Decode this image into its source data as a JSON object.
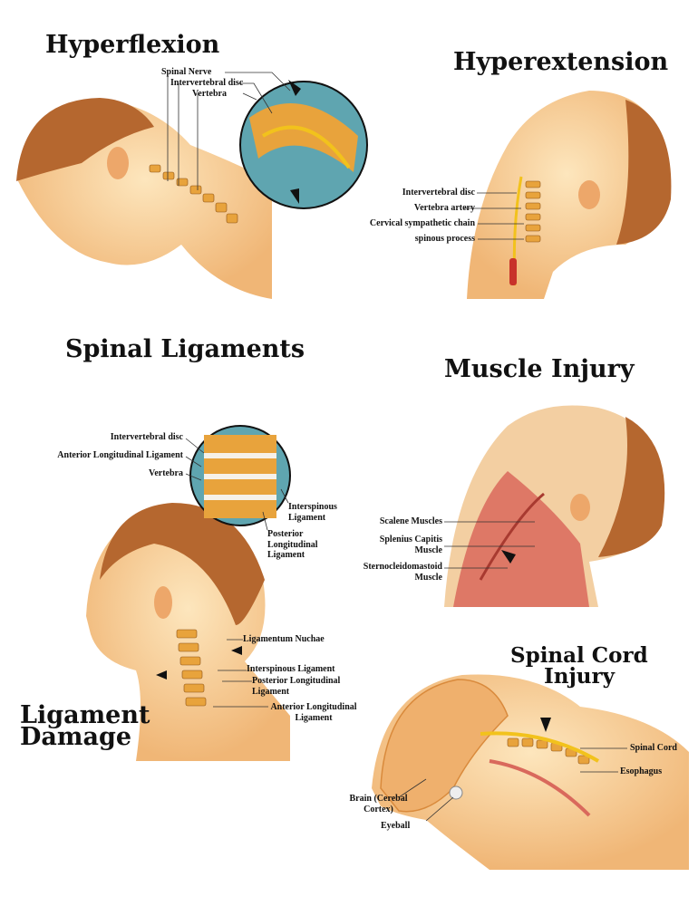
{
  "sections": {
    "hyperflexion": {
      "title": "Hyperflexion",
      "labels": [
        "Spinal Nerve",
        "Intervertebral disc",
        "Vertebra"
      ]
    },
    "hyperextension": {
      "title": "Hyperextension",
      "labels": [
        "Intervertebral disc",
        "Vertebra artery",
        "Cervical sympathetic chain",
        "spinous process"
      ]
    },
    "spinal_ligaments": {
      "title": "Spinal Ligaments",
      "labels": [
        "Intervertebral disc",
        "Anterior Longitudinal Ligament",
        "Vertebra",
        "Interspinous Ligament",
        "Posterior Longitudinal Ligament"
      ]
    },
    "muscle_injury": {
      "title": "Muscle Injury",
      "labels": [
        "Scalene Muscles",
        "Splenius Capitis Muscle",
        "Sternocleidomastoid Muscle"
      ]
    },
    "ligament_damage": {
      "title_line1": "Ligament",
      "title_line2": "Damage",
      "labels": [
        "Ligamentum Nuchae",
        "Interspinous Ligament",
        "Posterior Longitudinal Ligament",
        "Anterior Longitudinal Ligament"
      ]
    },
    "spinal_cord_injury": {
      "title_line1": "Spinal Cord",
      "title_line2": "Injury",
      "labels": [
        "Spinal Cord",
        "Esophagus",
        "Brain (Cerebal Cortex)",
        "Eyeball"
      ]
    }
  },
  "colors": {
    "skin": "#f6c98e",
    "skin_light": "#fde6bd",
    "hair": "#b5672f",
    "bone": "#e8a33c",
    "muscle": "#d9695c",
    "inset_bg": "#5fa5b0",
    "cord": "#f2c21c"
  }
}
